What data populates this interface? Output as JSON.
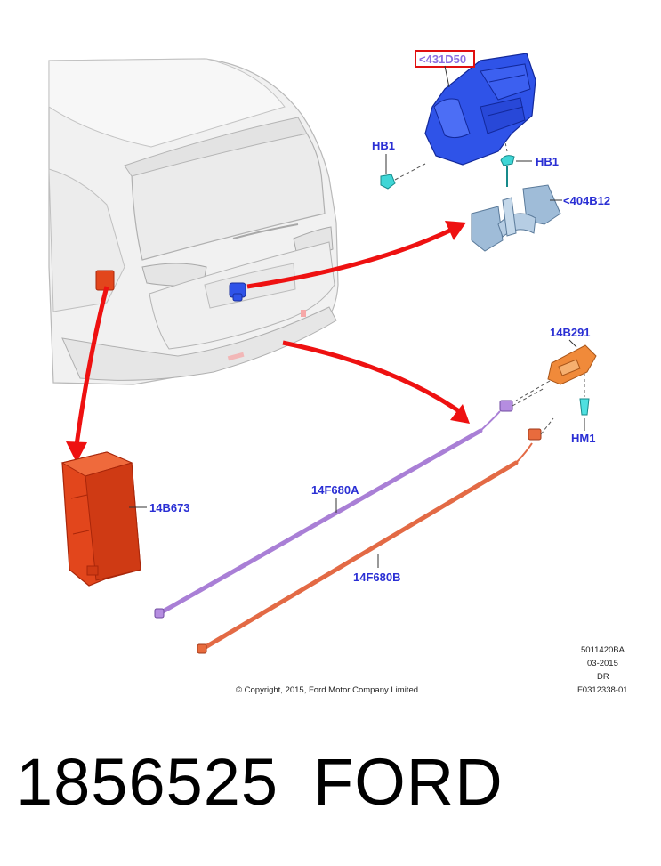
{
  "colors": {
    "callout_text": "#2a2fd4",
    "arrow_red": "#ee1111",
    "actuator_blue": "#2f53e8",
    "bracket_blue": "#9fbcd8",
    "module_red": "#e2461c",
    "cable_purple": "#a97fd6",
    "cable_orange": "#e36a45",
    "switch_orange": "#f08a3a",
    "highlight_box": "#e01010"
  },
  "callouts": {
    "actuator": "<431D50",
    "bolt_left": "HB1",
    "bolt_right": "HB1",
    "bracket": "<404B12",
    "switch": "14B291",
    "screw": "HM1",
    "module": "14B673",
    "cable_a": "14F680A",
    "cable_b": "14F680B"
  },
  "drawing_info": {
    "code": "5011420BA",
    "date": "03-2015",
    "author": "DR",
    "figure": "F0312338-01"
  },
  "copyright": "© Copyright, 2015, Ford Motor Company Limited",
  "part_number": "1856525",
  "brand": "FORD"
}
